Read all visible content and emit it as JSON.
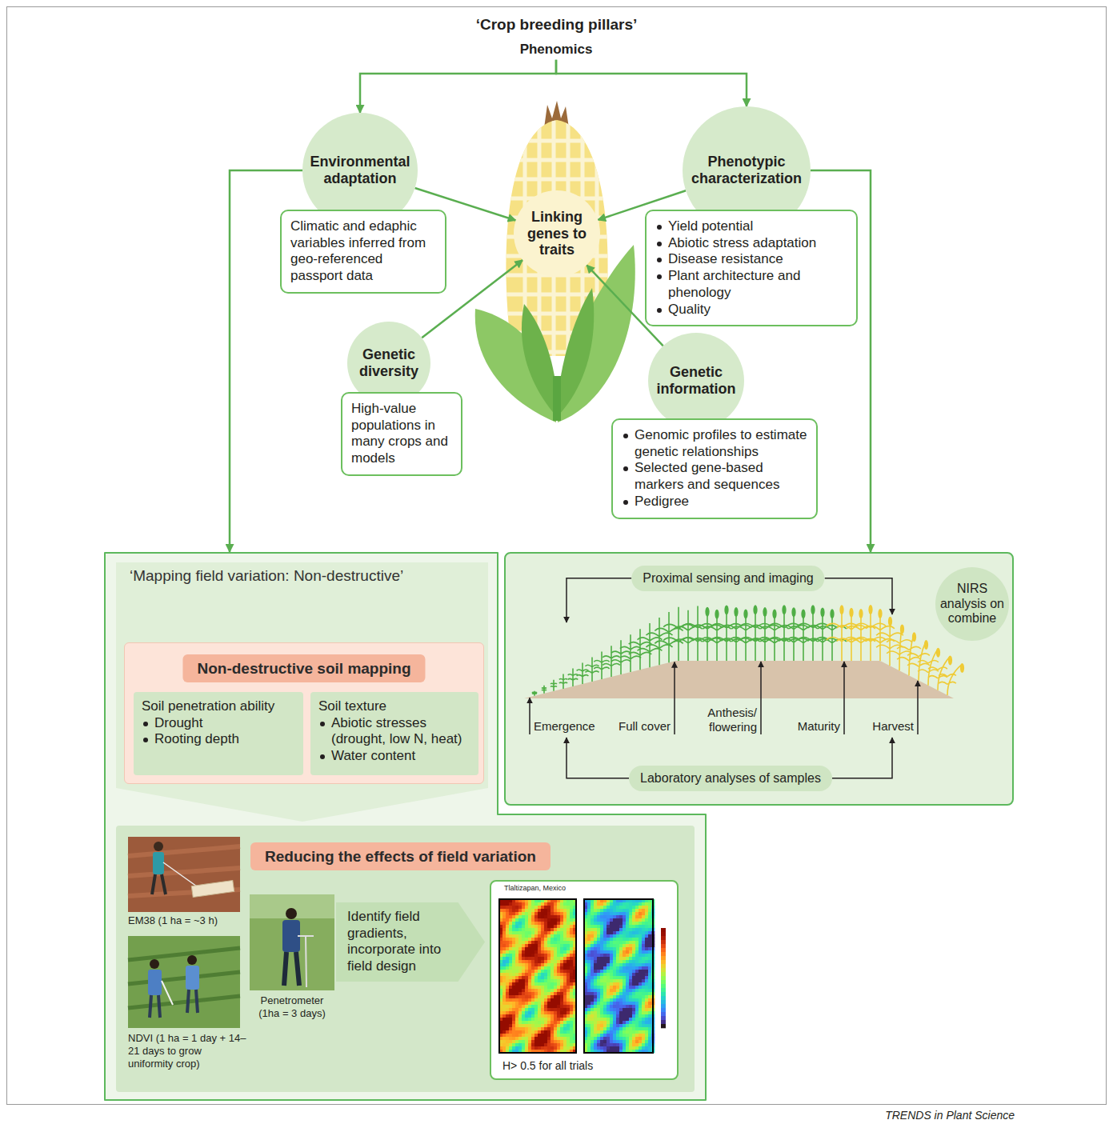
{
  "diagram": {
    "title": "‘Crop breeding pillars’",
    "nodes": [
      {
        "text": [
          "Phenomics"
        ]
      },
      {
        "text": [
          "Environmental adaptation"
        ]
      },
      {
        "text": [
          "Climatic and edaphic variables inferred from geo-referenced passport data"
        ]
      },
      {
        "text": [
          "Phenotypic characterization"
        ]
      },
      {
        "text": [
          "Yield potential",
          "Abiotic stress adaptation",
          "Disease resistance",
          "Plant architecture and phenology",
          "Quality"
        ]
      },
      {
        "text": [
          "Linking genes to traits"
        ]
      },
      {
        "text": [
          "Genetic diversity"
        ]
      },
      {
        "text": [
          "High-value populations in many crops and models"
        ]
      },
      {
        "text": [
          "Genetic information"
        ]
      },
      {
        "text": [
          "Genomic profiles to estimate genetic relationships",
          "Selected gene-based markers and sequences",
          "Pedigree"
        ]
      },
      {
        "text": [
          "‘Mapping field variation: Non-destructive’"
        ]
      },
      {
        "text": [
          "Non-destructive soil mapping"
        ],
        "in": 10
      },
      {
        "text": [
          "Soil penetration ability",
          "Drought",
          "Rooting depth"
        ],
        "in": 11
      },
      {
        "text": [
          "Soil texture",
          "Abiotic stresses (drought, low N, heat)",
          "Water content"
        ],
        "in": 11
      },
      {
        "text": [
          "Reducing the effects of field variation"
        ],
        "in": 10
      },
      {
        "text": [
          "Identify field gradients, incorporate into field design"
        ],
        "in": 14
      },
      {
        "text": [
          "Tlaltizapan, Mexico",
          "H> 0.5 for all trials"
        ],
        "in": 14
      },
      {
        "text": [
          "Emergence",
          "Full cover",
          "Anthesis/ flowering",
          "Maturity",
          "Harvest"
        ]
      },
      {
        "text": [
          "Proximal sensing and imaging"
        ],
        "in": 17
      },
      {
        "text": [
          "NIRS analysis on combine"
        ],
        "in": 17
      },
      {
        "text": [
          "Laboratory analyses of samples"
        ],
        "in": 17
      }
    ],
    "edges": [
      {
        "from": 0,
        "to": 1,
        "arrow": "to"
      },
      {
        "from": 0,
        "to": 3,
        "arrow": "to"
      },
      {
        "from": 1,
        "to": 5,
        "arrow": "to"
      },
      {
        "from": 3,
        "to": 5,
        "arrow": "to"
      },
      {
        "from": 6,
        "to": 5,
        "arrow": "to"
      },
      {
        "from": 8,
        "to": 5,
        "arrow": "to"
      },
      {
        "from": 1,
        "to": 10,
        "arrow": "to"
      },
      {
        "from": 3,
        "to": 17,
        "arrow": "to"
      }
    ],
    "labels": [
      "EM38 (1 ha = ~3 h)",
      "Penetrometer (1ha = 3 days)",
      "NDVI (1 ha = 1 day + 14–21 days to grow uniformity crop)",
      "TRENDS in Plant Science"
    ]
  }
}
